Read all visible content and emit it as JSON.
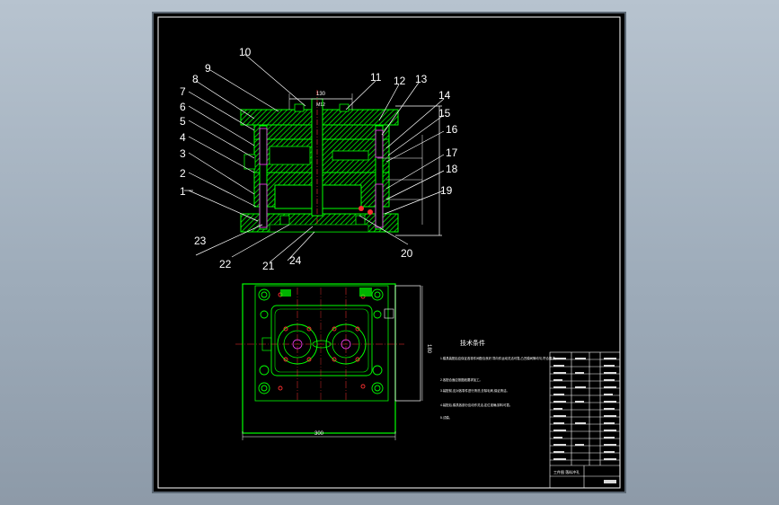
{
  "colors": {
    "paper": "#000000",
    "frame": "#ffffff",
    "outline": "#00ff00",
    "hatch": "#00d000",
    "label": "#ffffff",
    "leader": "#ffffff",
    "accent_red": "#ff3030",
    "accent_magenta": "#ff40ff",
    "dim_text": "#ffffff",
    "title_block": "#ffffff"
  },
  "callouts": [
    "1",
    "2",
    "3",
    "4",
    "5",
    "6",
    "7",
    "8",
    "9",
    "10",
    "11",
    "12",
    "13",
    "14",
    "15",
    "16",
    "17",
    "18",
    "19",
    "20",
    "21",
    "22",
    "23",
    "24"
  ],
  "dimensions": {
    "top_width": "130",
    "top_width_sub": "M12",
    "plan_width": "300",
    "plan_height": "180"
  },
  "notes": {
    "heading": "技术条件",
    "lines": [
      "1.模具装配后应保证各零件间配合良好,导向件运动灵活可靠,凸凹模间隙均匀,符合要求。",
      "2.各配合面应按图纸要求加工。",
      "3.装配前,应对各零件进行清洗,去除毛刺,保证清洁。",
      "4.装配后,模具各部分应动作灵活,定位准确,卸料可靠。",
      "5.试模。"
    ]
  },
  "title_block": {
    "caption": "工件图 落料冲孔"
  }
}
